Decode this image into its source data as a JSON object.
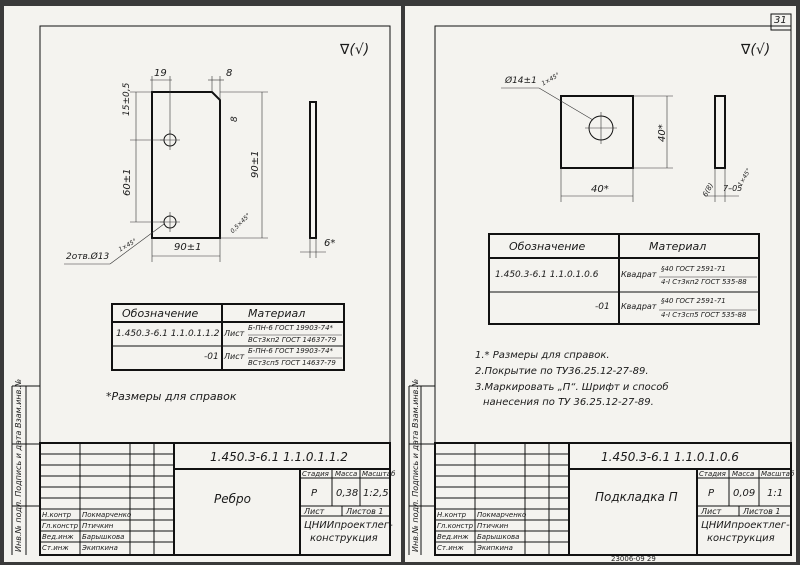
{
  "left": {
    "roughness": "∇(√)",
    "dims": {
      "d19": "19",
      "d8a": "8",
      "d15": "15±0,5",
      "d8b": "8",
      "d60": "60±1",
      "d90v": "90±1",
      "d90h": "90±1",
      "d6": "6*",
      "holes": "2отв.Ø13",
      "cham1": "1×45°",
      "cham2": "0,5×45°"
    },
    "table": {
      "hdr_designation": "Обозначение",
      "hdr_material": "Материал",
      "row1_code": "1.450.3-6.1 1.1.0.1.1.2",
      "row1_mat_type": "Лист",
      "row1_mat_top": "Б-ПН-6 ГОСТ 19903-74*",
      "row1_mat_bot": "ВСт3кп2 ГОСТ 14637-79",
      "row2_code": "-01",
      "row2_mat_type": "Лист",
      "row2_mat_top": "Б-ПН-6 ГОСТ 19903-74*",
      "row2_mat_bot": "ВСт3сп5 ГОСТ 14637-79"
    },
    "note": "*Размеры для справок",
    "side_labels": "Инв.№ подл. Подпись и дата Взам.инв.№",
    "stamp": {
      "doc_code": "1.450.3-6.1 1.1.0.1.1.2",
      "title": "Ребро",
      "stage_hdr": "Стадия",
      "mass_hdr": "Масса",
      "scale_hdr": "Масштаб",
      "stage": "Р",
      "mass": "0,38",
      "scale": "1:2,5",
      "sheet": "Лист",
      "sheets": "Листов 1",
      "org1": "ЦНИИпроектлег-",
      "org2": "конструкция",
      "roles": [
        "Н.контр",
        "Гл.констр",
        "Вед.инж",
        "Ст.инж"
      ],
      "names": [
        "Покмарченко",
        "Птичкин",
        "Барышкова",
        "Экипкина"
      ]
    }
  },
  "right": {
    "page_num": "31",
    "roughness": "∇(√)",
    "dims": {
      "d14": "Ø14±1",
      "cham": "1×45°",
      "d40v": "40*",
      "d40h": "40*",
      "d6": "6(8)",
      "d7": "7–05",
      "cham2": "1×45°"
    },
    "table": {
      "hdr_designation": "Обозначение",
      "hdr_material": "Материал",
      "row1_code": "1.450.3-6.1 1.1.0.1.0.6",
      "row1_mat_type": "Квадрат",
      "row1_mat_top": "§40 ГОСТ 2591-71",
      "row1_mat_bot": "4-Ⅰ Ст3кп2 ГОСТ 535-88",
      "row2_code": "-01",
      "row2_mat_type": "Квадрат",
      "row2_mat_top": "§40 ГОСТ 2591-71",
      "row2_mat_bot": "4-Ⅰ Ст3сп5 ГОСТ 535-88"
    },
    "notes": [
      "1.* Размеры для справок.",
      "2.Покрытие по ТУ36.25.12-27-89.",
      "3.Маркировать „П“. Шрифт и способ",
      "нанесения по ТУ 36.25.12-27-89."
    ],
    "side_labels": "Инв.№ подл. Подпись и дата Взам.инв.№",
    "stamp": {
      "doc_code": "1.450.3-6.1 1.1.0.1.0.6",
      "title": "Подкладка П",
      "stage_hdr": "Стадия",
      "mass_hdr": "Масса",
      "scale_hdr": "Масштаб",
      "stage": "Р",
      "mass": "0,09",
      "scale": "1:1",
      "sheet": "Лист",
      "sheets": "Листов 1",
      "org1": "ЦНИИпроектлег-",
      "org2": "конструкция",
      "roles": [
        "Н.контр",
        "Гл.констр",
        "Вед.инж",
        "Ст.инж"
      ],
      "names": [
        "Покмарченко",
        "Птичкин",
        "Барышкова",
        "Экипкина"
      ]
    },
    "footer": "23006-09 29"
  }
}
